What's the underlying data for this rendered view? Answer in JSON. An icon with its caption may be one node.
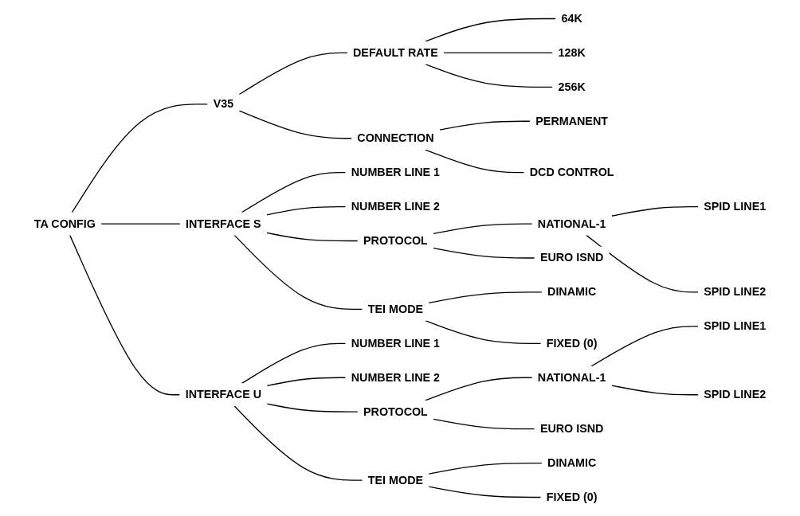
{
  "diagram": {
    "nodes": [
      {
        "text": [
          "TA CONFIG"
        ]
      },
      {
        "text": [
          "V35"
        ]
      },
      {
        "text": [
          "DEFAULT RATE"
        ]
      },
      {
        "text": [
          "64K"
        ]
      },
      {
        "text": [
          "128K"
        ]
      },
      {
        "text": [
          "256K"
        ]
      },
      {
        "text": [
          "CONNECTION"
        ]
      },
      {
        "text": [
          "PERMANENT"
        ]
      },
      {
        "text": [
          "DCD CONTROL"
        ]
      },
      {
        "text": [
          "INTERFACE S"
        ]
      },
      {
        "text": [
          "NUMBER LINE 1"
        ]
      },
      {
        "text": [
          "NUMBER LINE 2"
        ]
      },
      {
        "text": [
          "PROTOCOL"
        ]
      },
      {
        "text": [
          "NATIONAL-1"
        ]
      },
      {
        "text": [
          "SPID LINE1"
        ]
      },
      {
        "text": [
          "SPID LINE2"
        ]
      },
      {
        "text": [
          "EURO ISND"
        ]
      },
      {
        "text": [
          "TEI MODE"
        ]
      },
      {
        "text": [
          "DINAMIC"
        ]
      },
      {
        "text": [
          "FIXED (0)"
        ]
      },
      {
        "text": [
          "INTERFACE U"
        ]
      },
      {
        "text": [
          "NUMBER LINE 1"
        ]
      },
      {
        "text": [
          "NUMBER LINE 2"
        ]
      },
      {
        "text": [
          "PROTOCOL"
        ]
      },
      {
        "text": [
          "NATIONAL-1"
        ]
      },
      {
        "text": [
          "SPID LINE1"
        ]
      },
      {
        "text": [
          "SPID LINE2"
        ]
      },
      {
        "text": [
          "EURO ISND"
        ]
      },
      {
        "text": [
          "TEI MODE"
        ]
      },
      {
        "text": [
          "DINAMIC"
        ]
      },
      {
        "text": [
          "FIXED (0)"
        ]
      }
    ],
    "edges": [
      {
        "from": 0,
        "to": 1,
        "arrow": "none"
      },
      {
        "from": 1,
        "to": 2,
        "arrow": "none"
      },
      {
        "from": 2,
        "to": 3,
        "arrow": "none"
      },
      {
        "from": 2,
        "to": 4,
        "arrow": "none"
      },
      {
        "from": 2,
        "to": 5,
        "arrow": "none"
      },
      {
        "from": 1,
        "to": 6,
        "arrow": "none"
      },
      {
        "from": 6,
        "to": 7,
        "arrow": "none"
      },
      {
        "from": 6,
        "to": 8,
        "arrow": "none"
      },
      {
        "from": 0,
        "to": 9,
        "arrow": "none"
      },
      {
        "from": 9,
        "to": 10,
        "arrow": "none"
      },
      {
        "from": 9,
        "to": 11,
        "arrow": "none"
      },
      {
        "from": 9,
        "to": 12,
        "arrow": "none"
      },
      {
        "from": 12,
        "to": 13,
        "arrow": "none"
      },
      {
        "from": 13,
        "to": 14,
        "arrow": "none"
      },
      {
        "from": 13,
        "to": 15,
        "arrow": "none"
      },
      {
        "from": 12,
        "to": 16,
        "arrow": "none"
      },
      {
        "from": 9,
        "to": 17,
        "arrow": "none"
      },
      {
        "from": 17,
        "to": 18,
        "arrow": "none"
      },
      {
        "from": 17,
        "to": 19,
        "arrow": "none"
      },
      {
        "from": 0,
        "to": 20,
        "arrow": "none"
      },
      {
        "from": 20,
        "to": 21,
        "arrow": "none"
      },
      {
        "from": 20,
        "to": 22,
        "arrow": "none"
      },
      {
        "from": 20,
        "to": 23,
        "arrow": "none"
      },
      {
        "from": 23,
        "to": 24,
        "arrow": "none"
      },
      {
        "from": 24,
        "to": 25,
        "arrow": "none"
      },
      {
        "from": 24,
        "to": 26,
        "arrow": "none"
      },
      {
        "from": 23,
        "to": 27,
        "arrow": "none"
      },
      {
        "from": 20,
        "to": 28,
        "arrow": "none"
      },
      {
        "from": 28,
        "to": 29,
        "arrow": "none"
      },
      {
        "from": 28,
        "to": 30,
        "arrow": "none"
      }
    ]
  }
}
